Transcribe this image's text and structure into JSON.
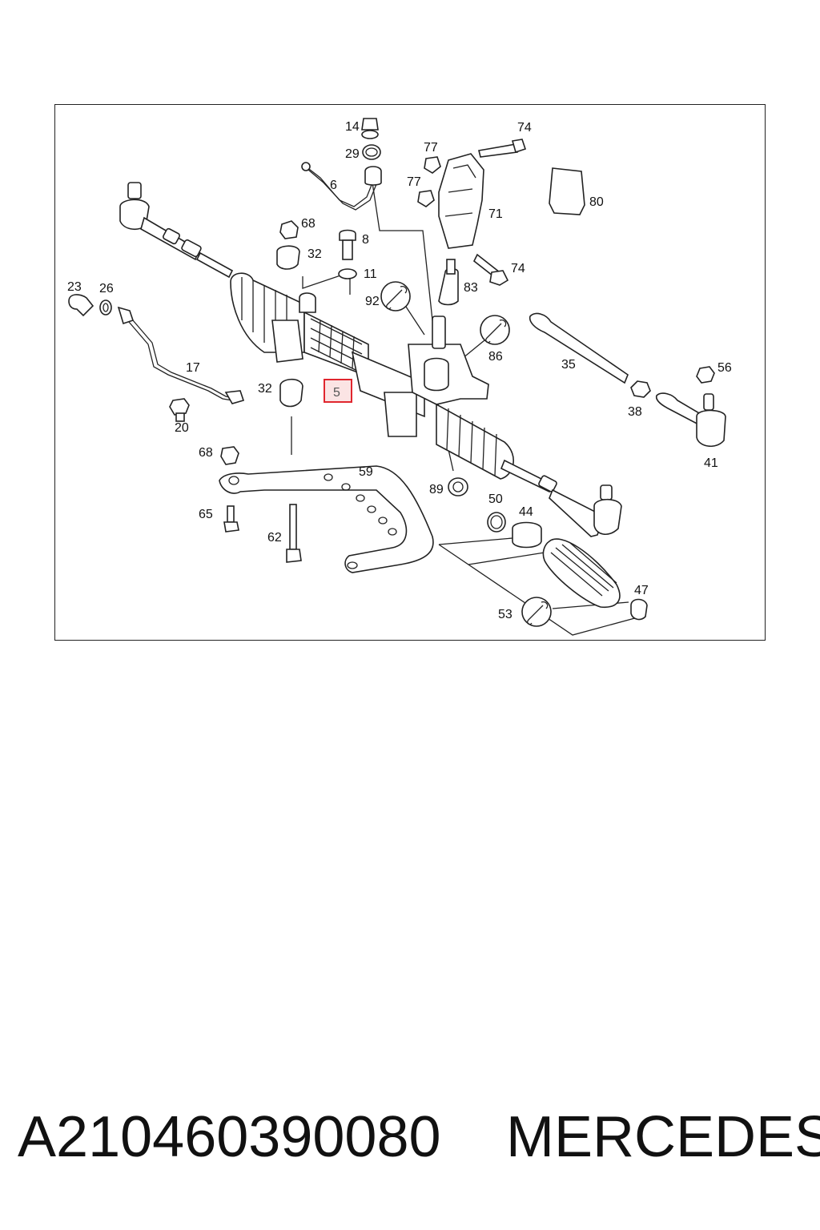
{
  "diagram": {
    "callouts": [
      "14",
      "29",
      "6",
      "77",
      "74",
      "77",
      "71",
      "80",
      "68",
      "8",
      "32",
      "11",
      "83",
      "74",
      "92",
      "23",
      "26",
      "86",
      "17",
      "35",
      "56",
      "32",
      "5",
      "38",
      "20",
      "41",
      "68",
      "59",
      "89",
      "50",
      "44",
      "65",
      "62",
      "47",
      "53"
    ],
    "highlighted_callout": "5",
    "colors": {
      "line": "#222222",
      "highlight_border": "#e0262e",
      "highlight_fill": "#fbe4e4"
    }
  },
  "footer": {
    "part_number": "A210460390080",
    "brand": "MERCEDES"
  }
}
